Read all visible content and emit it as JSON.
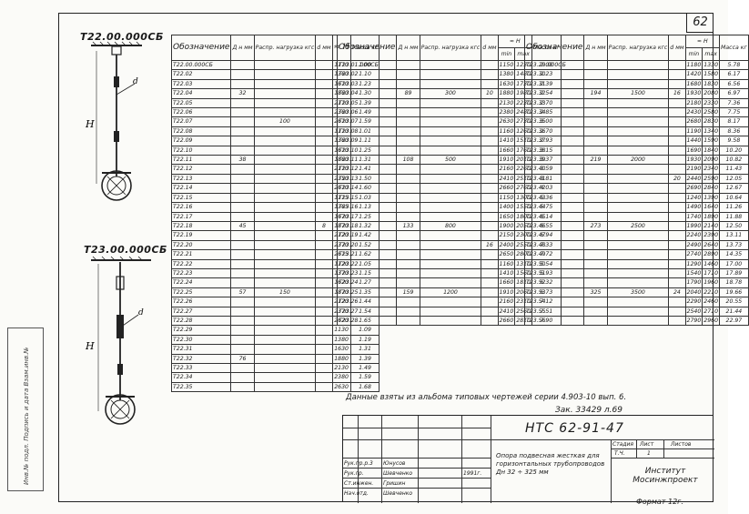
{
  "page_number": "62",
  "figure_labels": {
    "fig1": "Т22.00.000СБ",
    "fig2": "Т23.00.000СБ",
    "dim_d": "d",
    "dim_h": "H"
  },
  "side_stamp": "Инв.№ подл. Подпись и дата Взам.инв.№",
  "headers": {
    "designation": "Обозначение",
    "dn": "Д н мм",
    "span": "Распр. нагрузка кгс",
    "d": "d мм",
    "h": "≈ H",
    "hmin": "min",
    "hmax": "max",
    "mass": "Масса кг"
  },
  "table1": {
    "rows": [
      {
        "desig": "Т22.00.000СБ",
        "dn": "",
        "span": "",
        "d": "",
        "h": "1110",
        "mass": "1.00"
      },
      {
        "desig": "Т22.02",
        "dn": "",
        "span": "",
        "d": "",
        "h": "1360",
        "mass": "1.10"
      },
      {
        "desig": "Т22.03",
        "dn": "",
        "span": "",
        "d": "",
        "h": "1610",
        "mass": "1.23"
      },
      {
        "desig": "Т22.04",
        "dn": "32",
        "span": "",
        "d": "",
        "h": "1860",
        "mass": "1.30"
      },
      {
        "desig": "Т22.05",
        "dn": "",
        "span": "",
        "d": "",
        "h": "2110",
        "mass": "1.39"
      },
      {
        "desig": "Т22.06",
        "dn": "",
        "span": "",
        "d": "",
        "h": "2360",
        "mass": "1.49"
      },
      {
        "desig": "Т22.07",
        "dn": "",
        "span": "100",
        "d": "",
        "h": "2610",
        "mass": "1.59"
      },
      {
        "desig": "Т22.08",
        "dn": "",
        "span": "",
        "d": "",
        "h": "1110",
        "mass": "1.01"
      },
      {
        "desig": "Т22.09",
        "dn": "",
        "span": "",
        "d": "",
        "h": "1360",
        "mass": "1.11"
      },
      {
        "desig": "Т22.10",
        "dn": "",
        "span": "",
        "d": "",
        "h": "1610",
        "mass": "1.25"
      },
      {
        "desig": "Т22.11",
        "dn": "38",
        "span": "",
        "d": "",
        "h": "1860",
        "mass": "1.31"
      },
      {
        "desig": "Т22.12",
        "dn": "",
        "span": "",
        "d": "",
        "h": "2110",
        "mass": "1.41"
      },
      {
        "desig": "Т22.13",
        "dn": "",
        "span": "",
        "d": "",
        "h": "2350",
        "mass": "1.50"
      },
      {
        "desig": "Т22.14",
        "dn": "",
        "span": "",
        "d": "",
        "h": "2610",
        "mass": "1.60"
      },
      {
        "desig": "Т22.15",
        "dn": "",
        "span": "",
        "d": "",
        "h": "1115",
        "mass": "1.03"
      },
      {
        "desig": "Т22.16",
        "dn": "",
        "span": "",
        "d": "",
        "h": "1365",
        "mass": "1.13"
      },
      {
        "desig": "Т22.17",
        "dn": "",
        "span": "",
        "d": "",
        "h": "1670",
        "mass": "1.25"
      },
      {
        "desig": "Т22.18",
        "dn": "45",
        "span": "",
        "d": "8",
        "h": "1870",
        "mass": "1.32"
      },
      {
        "desig": "Т22.19",
        "dn": "",
        "span": "",
        "d": "",
        "h": "2120",
        "mass": "1.42"
      },
      {
        "desig": "Т22.20",
        "dn": "",
        "span": "",
        "d": "",
        "h": "2370",
        "mass": "1.52"
      },
      {
        "desig": "Т22.21",
        "dn": "",
        "span": "",
        "d": "",
        "h": "2615",
        "mass": "1.62"
      },
      {
        "desig": "Т22.22",
        "dn": "",
        "span": "",
        "d": "",
        "h": "1120",
        "mass": "1.05"
      },
      {
        "desig": "Т22.23",
        "dn": "",
        "span": "",
        "d": "",
        "h": "1370",
        "mass": "1.15"
      },
      {
        "desig": "Т22.24",
        "dn": "",
        "span": "",
        "d": "",
        "h": "1620",
        "mass": "1.27"
      },
      {
        "desig": "Т22.25",
        "dn": "57",
        "span": "150",
        "d": "",
        "h": "1870",
        "mass": "1.35"
      },
      {
        "desig": "Т22.26",
        "dn": "",
        "span": "",
        "d": "",
        "h": "2120",
        "mass": "1.44"
      },
      {
        "desig": "Т22.27",
        "dn": "",
        "span": "",
        "d": "",
        "h": "2370",
        "mass": "1.54"
      },
      {
        "desig": "Т22.28",
        "dn": "",
        "span": "",
        "d": "",
        "h": "2620",
        "mass": "1.65"
      },
      {
        "desig": "Т22.29",
        "dn": "",
        "span": "",
        "d": "",
        "h": "1130",
        "mass": "1.09"
      },
      {
        "desig": "Т22.30",
        "dn": "",
        "span": "",
        "d": "",
        "h": "1380",
        "mass": "1.19"
      },
      {
        "desig": "Т22.31",
        "dn": "",
        "span": "",
        "d": "",
        "h": "1630",
        "mass": "1.31"
      },
      {
        "desig": "Т22.32",
        "dn": "76",
        "span": "",
        "d": "",
        "h": "1880",
        "mass": "1.39"
      },
      {
        "desig": "Т22.33",
        "dn": "",
        "span": "",
        "d": "",
        "h": "2130",
        "mass": "1.49"
      },
      {
        "desig": "Т22.34",
        "dn": "",
        "span": "",
        "d": "",
        "h": "2380",
        "mass": "1.59"
      },
      {
        "desig": "Т22.35",
        "dn": "",
        "span": "",
        "d": "",
        "h": "2630",
        "mass": "1.68"
      }
    ]
  },
  "table2": {
    "rows": [
      {
        "desig": "Т23.01.000СБ",
        "dn": "",
        "span": "",
        "d": "",
        "hmin": "1150",
        "hmax": "1230",
        "mass": "2.08"
      },
      {
        "desig": "Т23.02",
        "dn": "",
        "span": "",
        "d": "",
        "hmin": "1380",
        "hmax": "1480",
        "mass": "2.23"
      },
      {
        "desig": "Т23.03",
        "dn": "",
        "span": "",
        "d": "",
        "hmin": "1630",
        "hmax": "1730",
        "mass": "2.39"
      },
      {
        "desig": "Т23.04",
        "dn": "89",
        "span": "300",
        "d": "10",
        "hmin": "1880",
        "hmax": "1980",
        "mass": "2.54"
      },
      {
        "desig": "Т23.05",
        "dn": "",
        "span": "",
        "d": "",
        "hmin": "2130",
        "hmax": "2230",
        "mass": "2.70"
      },
      {
        "desig": "Т23.06",
        "dn": "",
        "span": "",
        "d": "",
        "hmin": "2380",
        "hmax": "2480",
        "mass": "2.85"
      },
      {
        "desig": "Т23.07",
        "dn": "",
        "span": "",
        "d": "",
        "hmin": "2630",
        "hmax": "2730",
        "mass": "3.00"
      },
      {
        "desig": "Т23.08",
        "dn": "",
        "span": "",
        "d": "",
        "hmin": "1160",
        "hmax": "1260",
        "mass": "2.70"
      },
      {
        "desig": "Т23.09",
        "dn": "",
        "span": "",
        "d": "",
        "hmin": "1410",
        "hmax": "1510",
        "mass": "2.93"
      },
      {
        "desig": "Т23.10",
        "dn": "",
        "span": "",
        "d": "",
        "hmin": "1660",
        "hmax": "1760",
        "mass": "3.15"
      },
      {
        "desig": "Т23.11",
        "dn": "108",
        "span": "500",
        "d": "",
        "hmin": "1910",
        "hmax": "2010",
        "mass": "3.37"
      },
      {
        "desig": "Т23.12",
        "dn": "",
        "span": "",
        "d": "",
        "hmin": "2160",
        "hmax": "2260",
        "mass": "3.59"
      },
      {
        "desig": "Т23.13",
        "dn": "",
        "span": "",
        "d": "",
        "hmin": "2410",
        "hmax": "2510",
        "mass": "3.81"
      },
      {
        "desig": "Т23.14",
        "dn": "",
        "span": "",
        "d": "",
        "hmin": "2660",
        "hmax": "2760",
        "mass": "4.03"
      },
      {
        "desig": "Т23.15",
        "dn": "",
        "span": "",
        "d": "",
        "hmin": "1150",
        "hmax": "1300",
        "mass": "5.36"
      },
      {
        "desig": "Т23.16",
        "dn": "",
        "span": "",
        "d": "",
        "hmin": "1400",
        "hmax": "1550",
        "mass": "5.75"
      },
      {
        "desig": "Т23.17",
        "dn": "",
        "span": "",
        "d": "",
        "hmin": "1650",
        "hmax": "1800",
        "mass": "6.14"
      },
      {
        "desig": "Т23.18",
        "dn": "133",
        "span": "800",
        "d": "",
        "hmin": "1900",
        "hmax": "2050",
        "mass": "6.55"
      },
      {
        "desig": "Т23.19",
        "dn": "",
        "span": "",
        "d": "",
        "hmin": "2150",
        "hmax": "2300",
        "mass": "6.94"
      },
      {
        "desig": "Т23.20",
        "dn": "",
        "span": "",
        "d": "16",
        "hmin": "2400",
        "hmax": "2550",
        "mass": "7.33"
      },
      {
        "desig": "Т23.21",
        "dn": "",
        "span": "",
        "d": "",
        "hmin": "2650",
        "hmax": "2800",
        "mass": "7.72"
      },
      {
        "desig": "Т23.22",
        "dn": "",
        "span": "",
        "d": "",
        "hmin": "1160",
        "hmax": "1310",
        "mass": "5.54"
      },
      {
        "desig": "Т23.23",
        "dn": "",
        "span": "",
        "d": "",
        "hmin": "1410",
        "hmax": "1560",
        "mass": "5.93"
      },
      {
        "desig": "Т23.24",
        "dn": "",
        "span": "",
        "d": "",
        "hmin": "1660",
        "hmax": "1810",
        "mass": "6.32"
      },
      {
        "desig": "Т23.25",
        "dn": "159",
        "span": "1200",
        "d": "",
        "hmin": "1910",
        "hmax": "2060",
        "mass": "6.73"
      },
      {
        "desig": "Т23.26",
        "dn": "",
        "span": "",
        "d": "",
        "hmin": "2160",
        "hmax": "2310",
        "mass": "7.12"
      },
      {
        "desig": "Т23.27",
        "dn": "",
        "span": "",
        "d": "",
        "hmin": "2410",
        "hmax": "2560",
        "mass": "7.51"
      },
      {
        "desig": "Т23.28",
        "dn": "",
        "span": "",
        "d": "",
        "hmin": "2660",
        "hmax": "2810",
        "mass": "7.90"
      }
    ]
  },
  "table3": {
    "rows": [
      {
        "desig": "Т23.29.000СБ",
        "dn": "",
        "span": "",
        "d": "",
        "hmin": "1180",
        "hmax": "1330",
        "mass": "5.78"
      },
      {
        "desig": "Т23.30",
        "dn": "",
        "span": "",
        "d": "",
        "hmin": "1420",
        "hmax": "1580",
        "mass": "6.17"
      },
      {
        "desig": "Т23.31",
        "dn": "",
        "span": "",
        "d": "",
        "hmin": "1680",
        "hmax": "1830",
        "mass": "6.56"
      },
      {
        "desig": "Т23.32",
        "dn": "194",
        "span": "1500",
        "d": "16",
        "hmin": "1930",
        "hmax": "2080",
        "mass": "6.97"
      },
      {
        "desig": "Т23.33",
        "dn": "",
        "span": "",
        "d": "",
        "hmin": "2180",
        "hmax": "2330",
        "mass": "7.36"
      },
      {
        "desig": "Т23.34",
        "dn": "",
        "span": "",
        "d": "",
        "hmin": "2430",
        "hmax": "2580",
        "mass": "7.75"
      },
      {
        "desig": "Т23.35",
        "dn": "",
        "span": "",
        "d": "",
        "hmin": "2680",
        "hmax": "2830",
        "mass": "8.17"
      },
      {
        "desig": "Т23.36",
        "dn": "",
        "span": "",
        "d": "",
        "hmin": "1190",
        "hmax": "1340",
        "mass": "8.36"
      },
      {
        "desig": "Т23.37",
        "dn": "",
        "span": "",
        "d": "",
        "hmin": "1440",
        "hmax": "1590",
        "mass": "9.58"
      },
      {
        "desig": "Т23.38",
        "dn": "",
        "span": "",
        "d": "",
        "hmin": "1690",
        "hmax": "1840",
        "mass": "10.20"
      },
      {
        "desig": "Т23.39",
        "dn": "219",
        "span": "2000",
        "d": "",
        "hmin": "1930",
        "hmax": "2090",
        "mass": "10.82"
      },
      {
        "desig": "Т23.40",
        "dn": "",
        "span": "",
        "d": "",
        "hmin": "2190",
        "hmax": "2340",
        "mass": "11.43"
      },
      {
        "desig": "Т23.41",
        "dn": "",
        "span": "",
        "d": "20",
        "hmin": "2440",
        "hmax": "2590",
        "mass": "12.05"
      },
      {
        "desig": "Т23.42",
        "dn": "",
        "span": "",
        "d": "",
        "hmin": "2690",
        "hmax": "2840",
        "mass": "12.67"
      },
      {
        "desig": "Т23.43",
        "dn": "",
        "span": "",
        "d": "",
        "hmin": "1240",
        "hmax": "1390",
        "mass": "10.64"
      },
      {
        "desig": "Т23.44",
        "dn": "",
        "span": "",
        "d": "",
        "hmin": "1490",
        "hmax": "1640",
        "mass": "11.26"
      },
      {
        "desig": "Т23.45",
        "dn": "",
        "span": "",
        "d": "",
        "hmin": "1740",
        "hmax": "1890",
        "mass": "11.88"
      },
      {
        "desig": "Т23.46",
        "dn": "273",
        "span": "2500",
        "d": "",
        "hmin": "1990",
        "hmax": "2140",
        "mass": "12.50"
      },
      {
        "desig": "Т23.47",
        "dn": "",
        "span": "",
        "d": "",
        "hmin": "2240",
        "hmax": "2390",
        "mass": "13.11"
      },
      {
        "desig": "Т23.48",
        "dn": "",
        "span": "",
        "d": "",
        "hmin": "2490",
        "hmax": "2640",
        "mass": "13.73"
      },
      {
        "desig": "Т23.49",
        "dn": "",
        "span": "",
        "d": "",
        "hmin": "2740",
        "hmax": "2890",
        "mass": "14.35"
      },
      {
        "desig": "Т23.50",
        "dn": "",
        "span": "",
        "d": "",
        "hmin": "1290",
        "hmax": "1460",
        "mass": "17.00"
      },
      {
        "desig": "Т23.51",
        "dn": "",
        "span": "",
        "d": "",
        "hmin": "1540",
        "hmax": "1710",
        "mass": "17.89"
      },
      {
        "desig": "Т23.52",
        "dn": "",
        "span": "",
        "d": "",
        "hmin": "1790",
        "hmax": "1960",
        "mass": "18.78"
      },
      {
        "desig": "Т23.53",
        "dn": "325",
        "span": "3500",
        "d": "24",
        "hmin": "2040",
        "hmax": "2210",
        "mass": "19.66"
      },
      {
        "desig": "Т23.54",
        "dn": "",
        "span": "",
        "d": "",
        "hmin": "2290",
        "hmax": "2460",
        "mass": "20.55"
      },
      {
        "desig": "Т23.55",
        "dn": "",
        "span": "",
        "d": "",
        "hmin": "2540",
        "hmax": "2710",
        "mass": "21.44"
      },
      {
        "desig": "Т23.56",
        "dn": "",
        "span": "",
        "d": "",
        "hmin": "2790",
        "hmax": "2960",
        "mass": "22.97"
      }
    ]
  },
  "note": "Данные взяты из альбома типовых чертежей серии 4.903-10 вып. 6.",
  "stamp_number": "Зак. 33429 л.69",
  "title_block": {
    "code": "НТС 62-91-47",
    "stage_label": "Стадия",
    "sheet_label": "Лист",
    "sheets_label": "Листов",
    "stage": "Т.Ч.",
    "sheet": "1",
    "title": "Опора подвесная жесткая для горизонтальных трубопроводов Дн 32 ÷ 325 мм",
    "org": "Институт Мосинжпроект",
    "format": "Формат 12г.",
    "date": "1991г.",
    "signers": [
      {
        "role": "Рук.пр.р.3",
        "name": "Юнусов"
      },
      {
        "role": "Рук.гр.",
        "name": "Шевченко"
      },
      {
        "role": "Ст.инжен.",
        "name": "Гришин"
      },
      {
        "role": "Нач.отд.",
        "name": "Шевченко"
      }
    ]
  }
}
